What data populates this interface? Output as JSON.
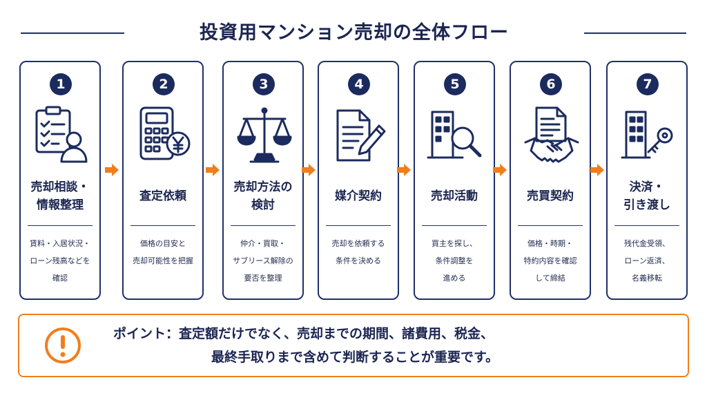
{
  "title": "投資用マンション売却の全体フロー",
  "colors": {
    "navy": "#1b2b5e",
    "accent": "#f07e1d",
    "background": "#ffffff"
  },
  "steps": [
    {
      "number": "1",
      "icon": "clipboard-person-icon",
      "title": [
        "売却相談・",
        "情報整理"
      ],
      "desc": [
        "賃料・入居状況・",
        "ローン残高などを",
        "確認"
      ]
    },
    {
      "number": "2",
      "icon": "calculator-yen-icon",
      "title": [
        "査定依頼"
      ],
      "desc": [
        "価格の目安と",
        "売却可能性を把握"
      ]
    },
    {
      "number": "3",
      "icon": "scales-icon",
      "title": [
        "売却方法の",
        "検討"
      ],
      "desc": [
        "仲介・買取・",
        "サブリース解除の",
        "要否を整理"
      ]
    },
    {
      "number": "4",
      "icon": "document-pen-icon",
      "title": [
        "媒介契約"
      ],
      "desc": [
        "売却を依頼する",
        "条件を決める"
      ]
    },
    {
      "number": "5",
      "icon": "building-magnifier-icon",
      "title": [
        "売却活動"
      ],
      "desc": [
        "買主を探し、",
        "条件調整を",
        "進める"
      ]
    },
    {
      "number": "6",
      "icon": "contract-handshake-icon",
      "title": [
        "売買契約"
      ],
      "desc": [
        "価格・時期・",
        "特約内容を確認",
        "して締結"
      ]
    },
    {
      "number": "7",
      "icon": "building-key-icon",
      "title": [
        "決済・",
        "引き渡し"
      ],
      "desc": [
        "残代金受領、",
        "ローン返済、",
        "名義移転"
      ]
    }
  ],
  "point": {
    "icon": "exclamation-circle-icon",
    "line1": "ポイント：査定額だけでなく、売却までの期間、諸費用、税金、",
    "line2": "最終手取りまで含めて判断することが重要です。"
  }
}
